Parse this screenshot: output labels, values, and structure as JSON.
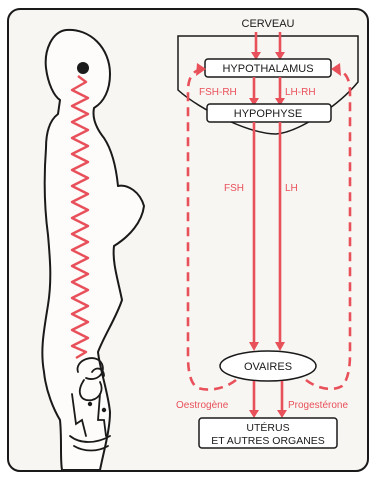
{
  "labels": {
    "cerveau": "CERVEAU",
    "hypothalamus": "HYPOTHALAMUS",
    "fsh_rh": "FSH-RH",
    "lh_rh": "LH-RH",
    "hypophyse": "HYPOPHYSE",
    "fsh": "FSH",
    "lh": "LH",
    "ovaires": "OVAIRES",
    "oestrogene": "Oestrogène",
    "progesterone": "Progestérone",
    "uterus_line1": "UTÉRUS",
    "uterus_line2": "ET AUTRES ORGANES"
  },
  "colors": {
    "accent": "#e8505a",
    "ink": "#1a1a1a",
    "paper": "#f8f6f2"
  },
  "icons": {
    "body": "female-body-silhouette-icon",
    "brain_dot": "brain-dot-icon",
    "nerve_path": "zigzag-nerve-icon",
    "ovary": "ovary-uterus-icon"
  }
}
